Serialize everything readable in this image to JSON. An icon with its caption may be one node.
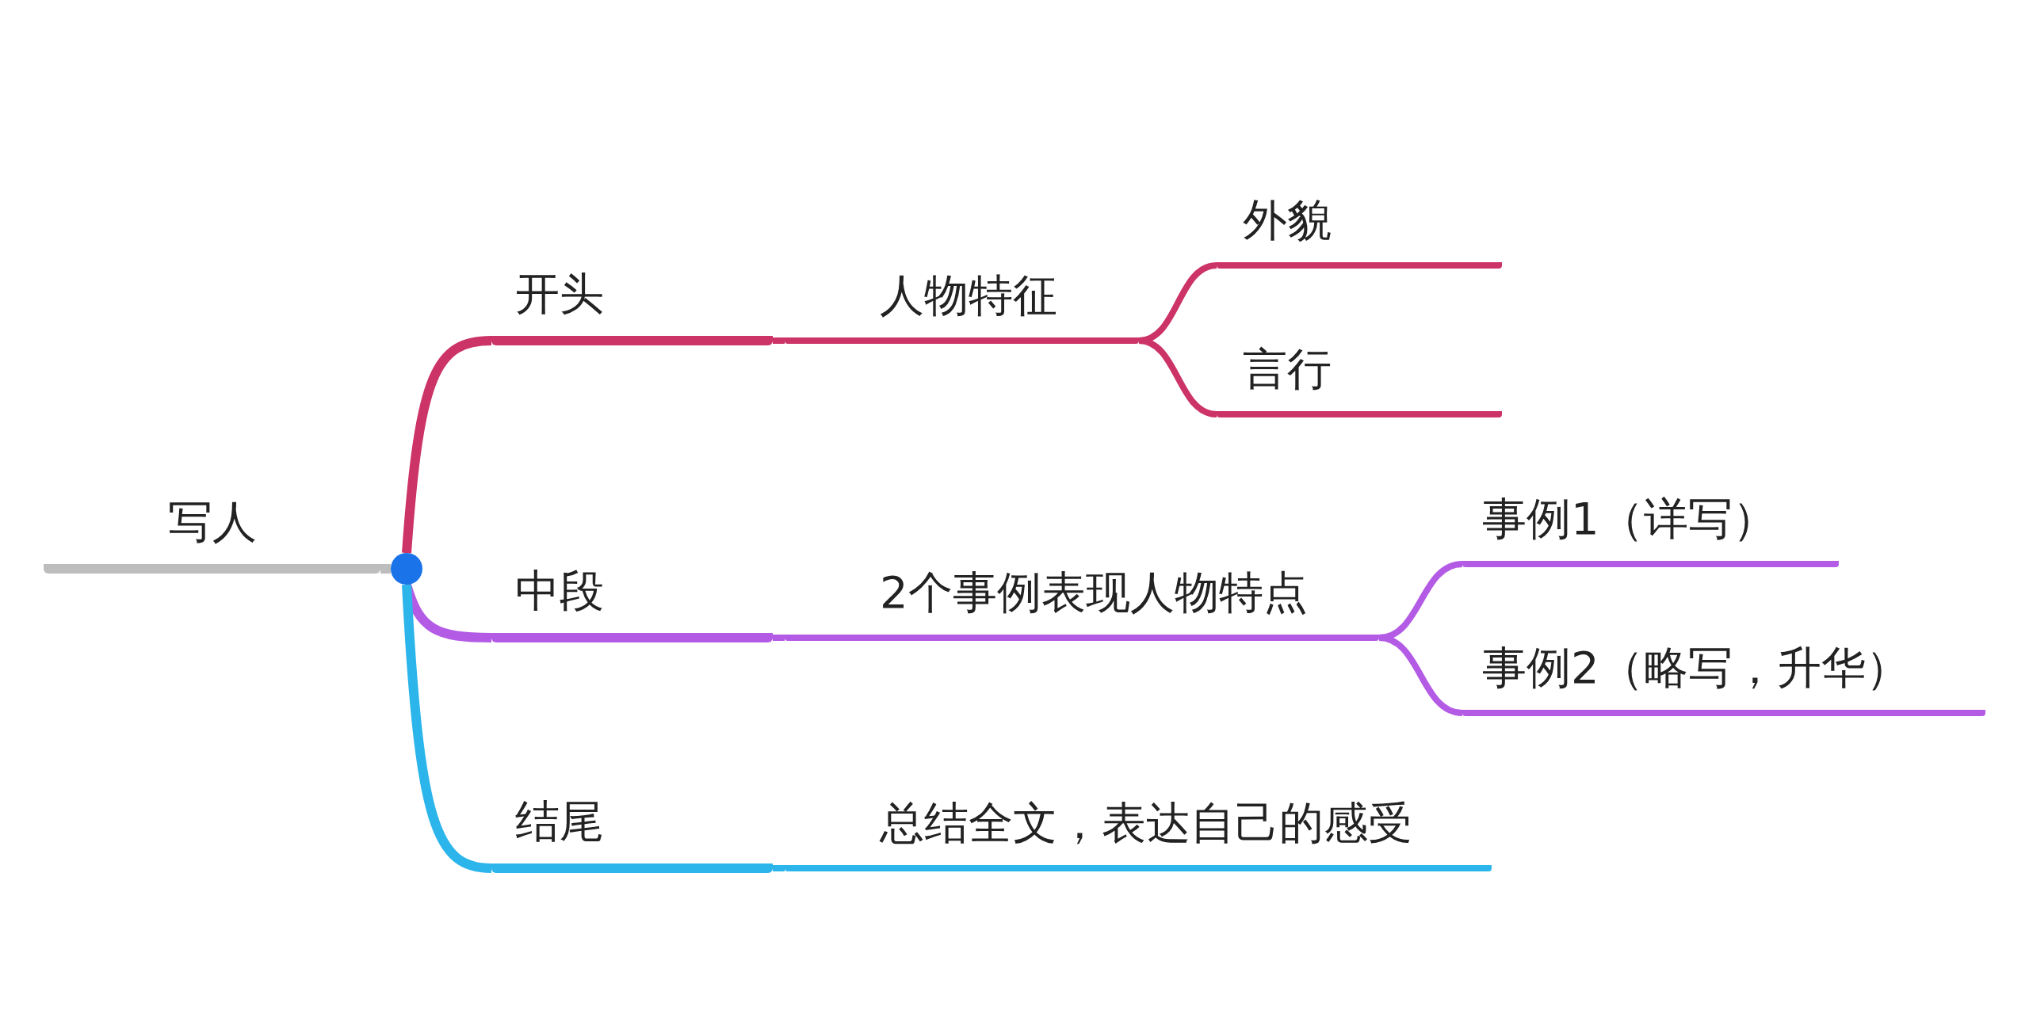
{
  "diagram": {
    "nodes": [
      {
        "text": [
          "写人"
        ]
      },
      {
        "text": [],
        "shape": "circle"
      },
      {
        "text": [
          "开头"
        ]
      },
      {
        "text": [
          "人物特征"
        ]
      },
      {
        "text": [
          "外貌"
        ]
      },
      {
        "text": [
          "言行"
        ]
      },
      {
        "text": [
          "中段"
        ]
      },
      {
        "text": [
          "2个事例表现人物特点"
        ]
      },
      {
        "text": [
          "事例1（详写）"
        ]
      },
      {
        "text": [
          "事例2（略写，升华）"
        ]
      },
      {
        "text": [
          "结尾"
        ]
      },
      {
        "text": [
          "总结全文，表达自己的感受"
        ]
      }
    ],
    "edges": [
      {
        "from": 0,
        "to": 1,
        "arrow": "none",
        "color": "#bdbdbd"
      },
      {
        "from": 1,
        "to": 2,
        "arrow": "none",
        "color": "#cc3366"
      },
      {
        "from": 2,
        "to": 3,
        "arrow": "none",
        "color": "#cc3366"
      },
      {
        "from": 3,
        "to": 4,
        "arrow": "none",
        "color": "#cc3366"
      },
      {
        "from": 3,
        "to": 5,
        "arrow": "none",
        "color": "#cc3366"
      },
      {
        "from": 1,
        "to": 6,
        "arrow": "none",
        "color": "#b45be6"
      },
      {
        "from": 6,
        "to": 7,
        "arrow": "none",
        "color": "#b45be6"
      },
      {
        "from": 7,
        "to": 8,
        "arrow": "none",
        "color": "#b45be6"
      },
      {
        "from": 7,
        "to": 9,
        "arrow": "none",
        "color": "#b45be6"
      },
      {
        "from": 1,
        "to": 10,
        "arrow": "none",
        "color": "#2bb5ea"
      },
      {
        "from": 10,
        "to": 11,
        "arrow": "none",
        "color": "#2bb5ea"
      }
    ]
  }
}
